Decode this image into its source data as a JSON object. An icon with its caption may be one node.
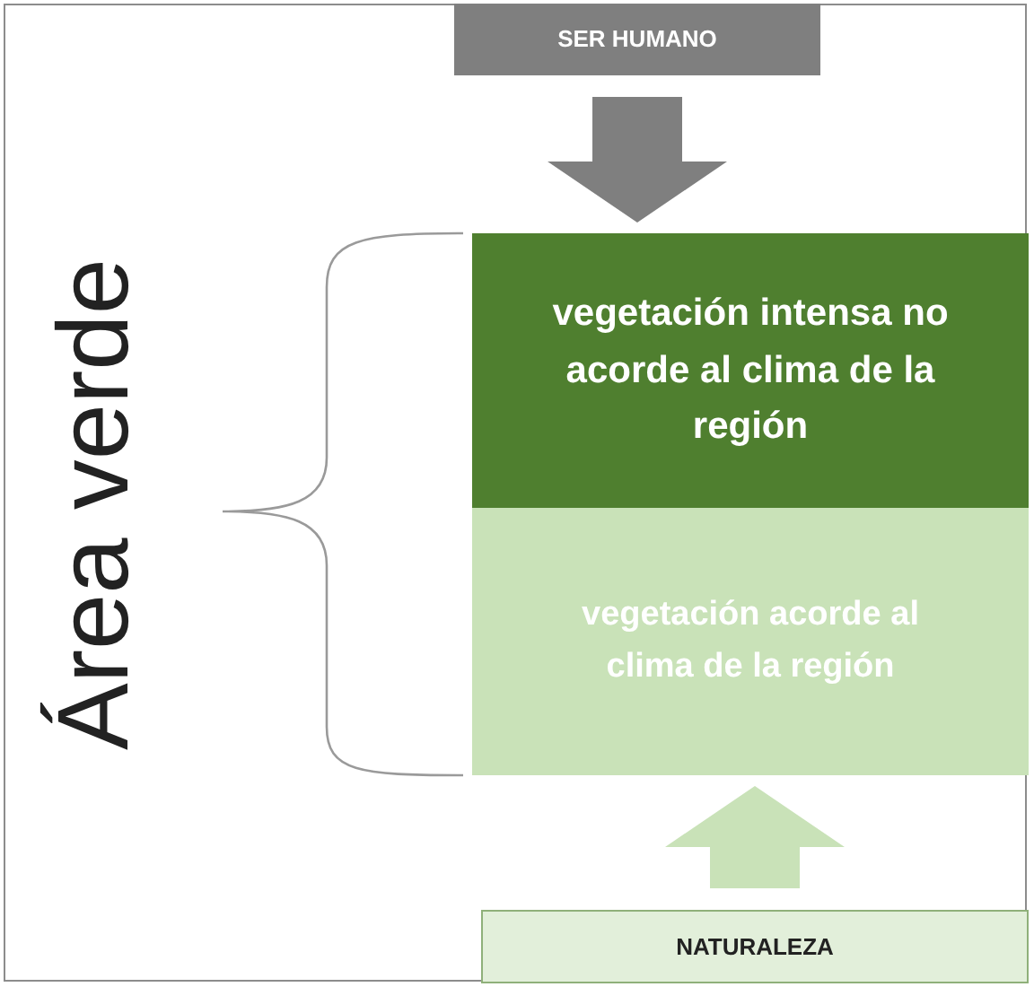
{
  "diagram": {
    "nodes": [
      {
        "text": [
          "SER HUMANO"
        ]
      },
      {
        "text": [
          "vegetación intensa no acorde al clima de la región"
        ]
      },
      {
        "text": [
          "vegetación acorde al clima de la región"
        ]
      },
      {
        "text": [
          "NATURALEZA"
        ]
      }
    ],
    "edges": [
      {
        "from": 0,
        "to": 1,
        "arrow": "to",
        "color": "#7f7f7f"
      },
      {
        "from": 3,
        "to": 2,
        "arrow": "to",
        "color": "#c9e2b8"
      }
    ],
    "labels": [
      "Área verde"
    ]
  }
}
